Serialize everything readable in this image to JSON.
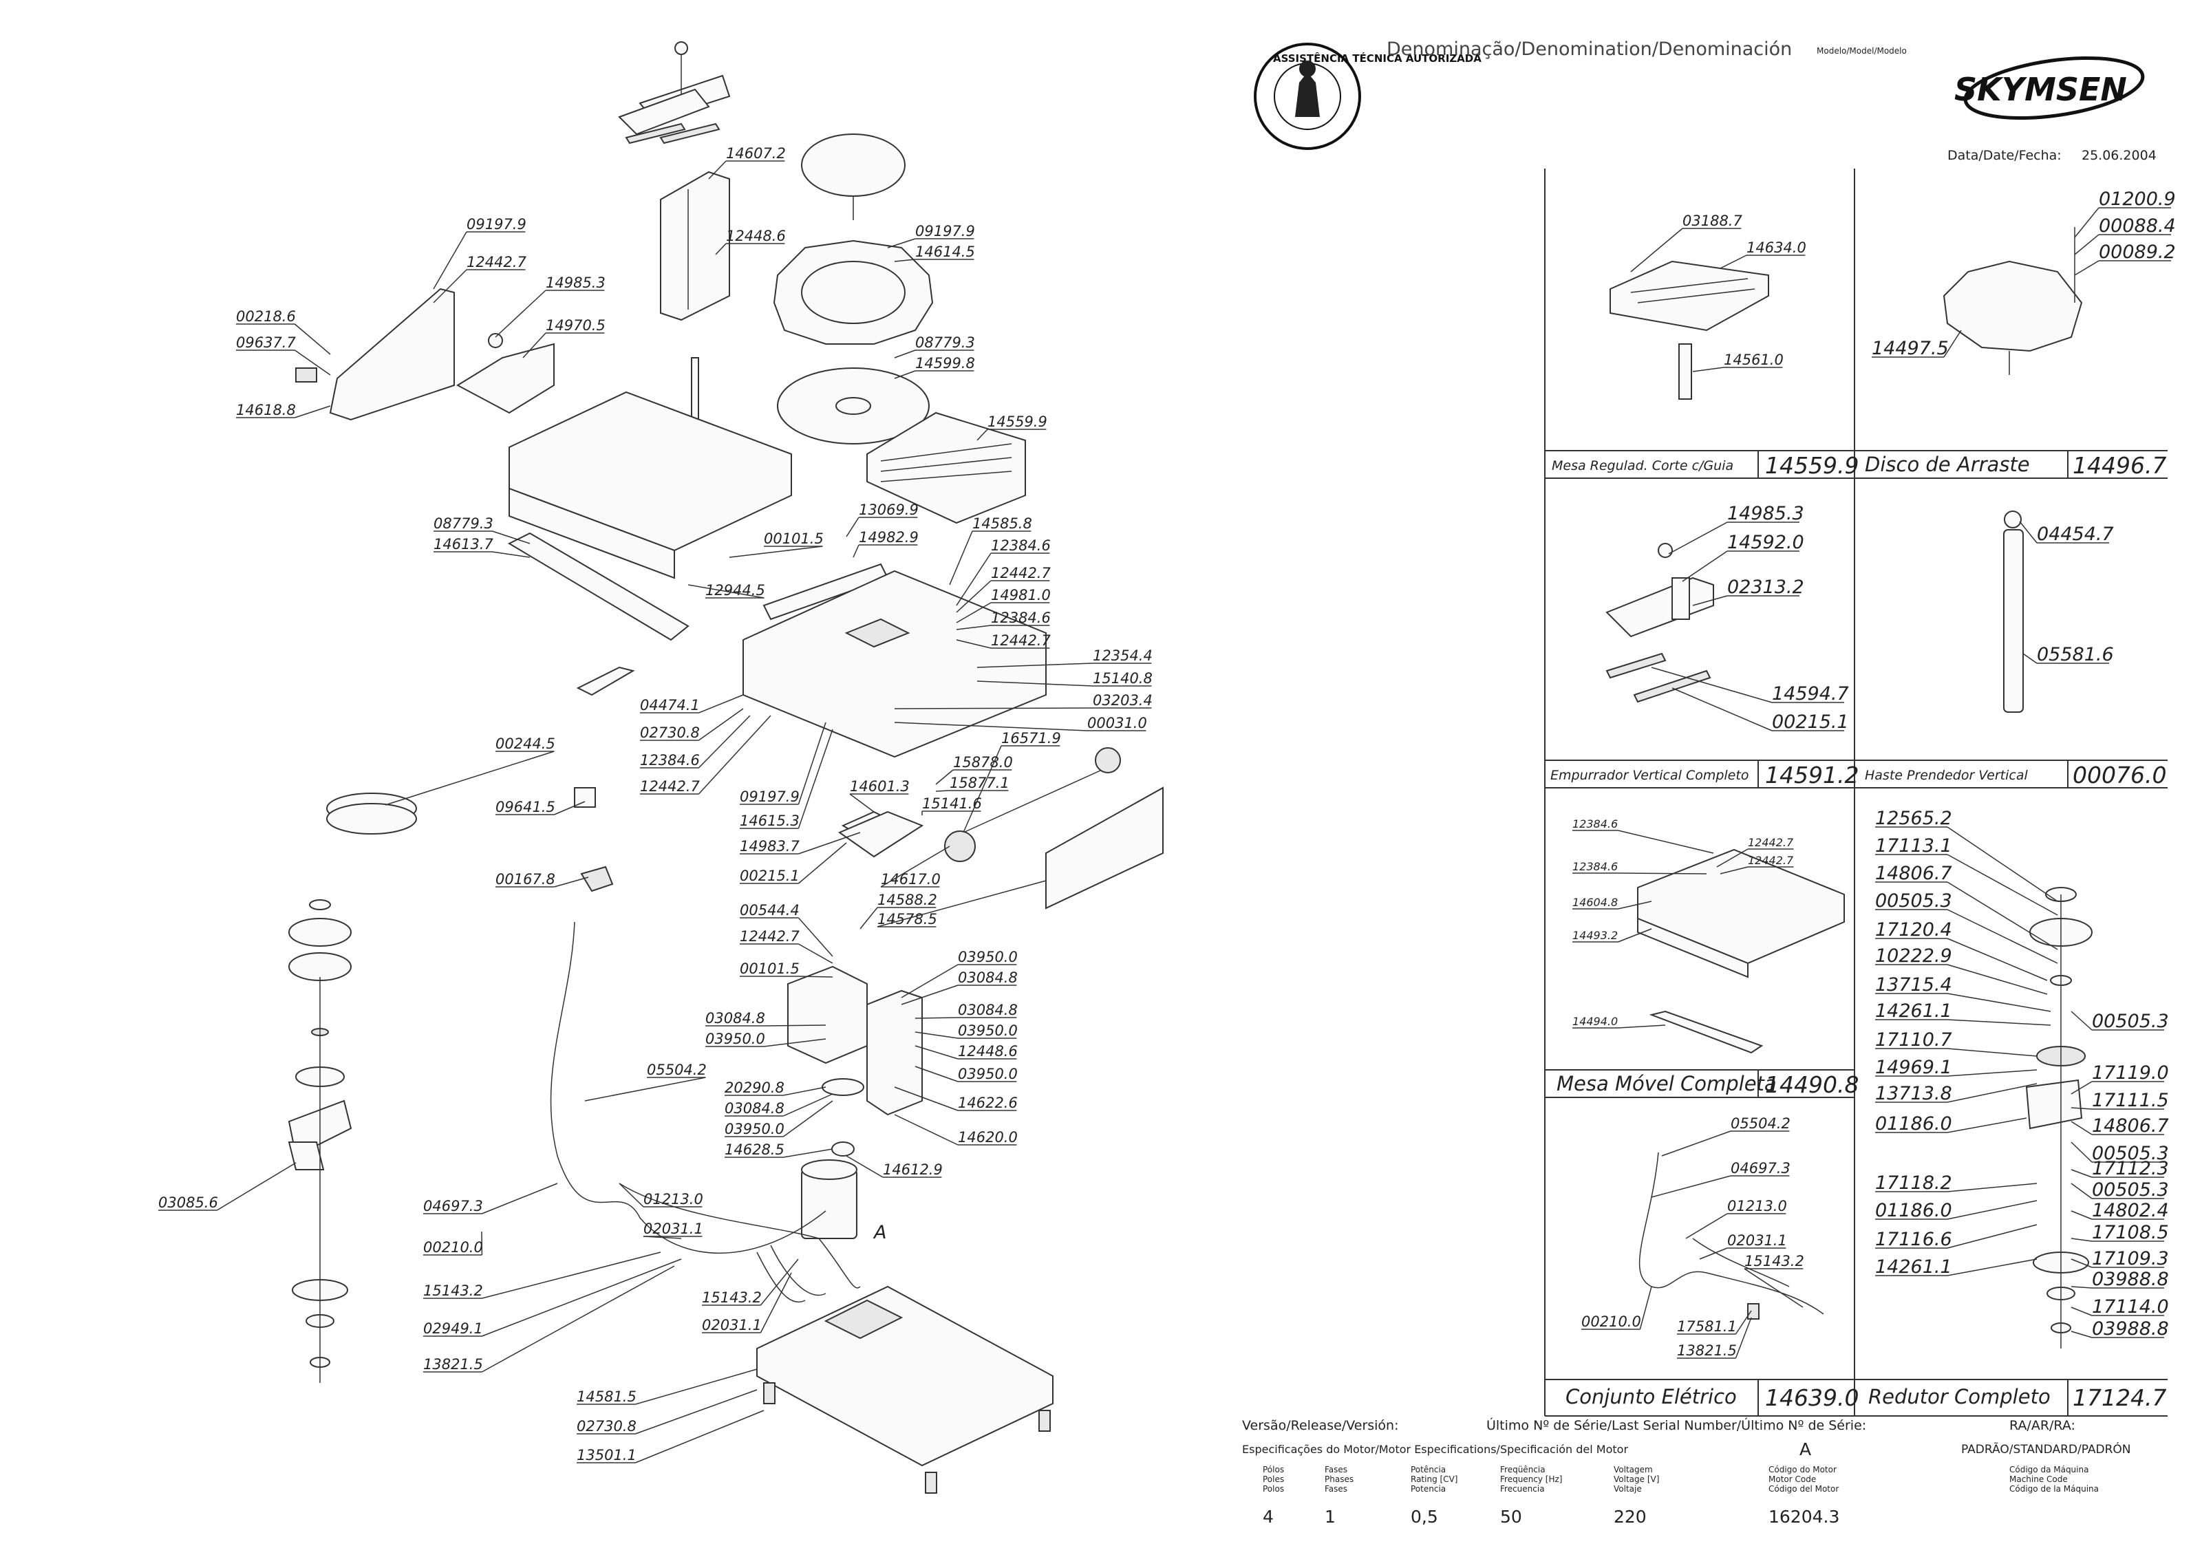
{
  "header": {
    "title": "Denominação/Denomination/Denominación",
    "model_label": "Modelo/Model/Modelo",
    "brand": "SKYMSEN",
    "stamp_text": "ASSISTÊNCIA TÉCNICA AUTORIZADA",
    "date_label": "Data/Date/Fecha:",
    "date_value": "25.06.2004"
  },
  "main_callouts": [
    "14607.2",
    "12448.6",
    "09197.9",
    "12442.7",
    "14985.3",
    "14970.5",
    "00218.6",
    "09637.7",
    "14618.8",
    "09197.9",
    "14614.5",
    "08779.3",
    "14599.8",
    "14559.9",
    "08779.3",
    "14613.7",
    "13069.9",
    "14982.9",
    "00101.5",
    "12944.5",
    "14585.8",
    "12384.6",
    "12442.7",
    "14981.0",
    "12384.6",
    "12442.7",
    "12354.4",
    "15140.8",
    "03203.4",
    "00031.0",
    "04474.1",
    "02730.8",
    "12384.6",
    "12442.7",
    "09197.9",
    "14615.3",
    "14601.3",
    "16571.9",
    "15878.0",
    "15877.1",
    "15141.6",
    "00244.5",
    "09641.5",
    "00167.8",
    "14983.7",
    "00215.1",
    "14617.0",
    "14588.2",
    "14578.5",
    "00544.4",
    "12442.7",
    "00101.5",
    "03950.0",
    "03084.8",
    "03084.8",
    "03950.0",
    "03084.8",
    "03950.0",
    "12448.6",
    "03950.0",
    "05504.2",
    "20290.8",
    "03084.8",
    "03950.0",
    "14628.5",
    "14622.6",
    "14620.0",
    "14612.9",
    "03085.6",
    "04697.3",
    "01213.0",
    "00210.0",
    "02031.1",
    "15143.2",
    "15143.2",
    "02949.1",
    "02031.1",
    "13821.5",
    "14581.5",
    "02730.8",
    "13501.1"
  ],
  "big_letter": "A",
  "panels": {
    "mesa_regulada": {
      "callouts": [
        "03188.7",
        "14634.0",
        "14561.0"
      ],
      "name": "Mesa Regulad. Corte c/Guia",
      "code": "14559.9"
    },
    "disco_arraste": {
      "callouts": [
        "01200.9",
        "00088.4",
        "00089.2",
        "14497.5"
      ],
      "name": "Disco de Arraste",
      "code": "14496.7"
    },
    "empurrador": {
      "callouts": [
        "14985.3",
        "14592.0",
        "02313.2",
        "14594.7",
        "00215.1"
      ],
      "name": "Empurrador Vertical Completo",
      "code": "14591.2"
    },
    "haste": {
      "callouts": [
        "04454.7",
        "05581.6"
      ],
      "name": "Haste Prendedor Vertical",
      "code": "00076.0"
    },
    "mesa_movel": {
      "callouts": [
        "12384.6",
        "12442.7",
        "12384.6",
        "12442.7",
        "14604.8",
        "14493.2",
        "14494.0"
      ],
      "name": "Mesa Móvel Completa",
      "code": "14490.8"
    },
    "conjunto_eletrico": {
      "callouts": [
        "05504.2",
        "04697.3",
        "01213.0",
        "02031.1",
        "15143.2",
        "00210.0",
        "17581.1",
        "13821.5"
      ],
      "name": "Conjunto Elétrico",
      "code": "14639.0"
    },
    "redutor": {
      "callouts": [
        "12565.2",
        "17113.1",
        "14806.7",
        "00505.3",
        "17120.4",
        "10222.9",
        "13715.4",
        "14261.1",
        "17110.7",
        "14969.1",
        "13713.8",
        "01186.0",
        "17118.2",
        "01186.0",
        "17116.6",
        "14261.1",
        "00505.3",
        "17119.0",
        "17111.5",
        "14806.7",
        "00505.3",
        "17112.3",
        "00505.3",
        "14802.4",
        "17108.5",
        "17109.3",
        "03988.8",
        "17114.0",
        "03988.8"
      ],
      "name": "Redutor Completo",
      "code": "17124.7"
    }
  },
  "footer": {
    "version_label": "Versão/Release/Versión:",
    "serial_label": "Último Nº de Série/Last Serial Number/Último Nº de Série:",
    "ra_label": "RA/AR/RA:",
    "motor_label": "Especificações do Motor/Motor Especifications/Specificación del Motor",
    "version_value": "A",
    "standard": "PADRÃO/STANDARD/PADRÓN",
    "columns": [
      {
        "h1": "Pólos",
        "h2": "Poles",
        "h3": "Polos",
        "value": "4"
      },
      {
        "h1": "Fases",
        "h2": "Phases",
        "h3": "Fases",
        "value": "1"
      },
      {
        "h1": "Potência",
        "h2": "Rating [CV]",
        "h3": "Potencia",
        "value": "0,5"
      },
      {
        "h1": "Freqüência",
        "h2": "Frequency [Hz]",
        "h3": "Frecuencia",
        "value": "50"
      },
      {
        "h1": "Voltagem",
        "h2": "Voltage [V]",
        "h3": "Voltaje",
        "value": "220"
      },
      {
        "h1": "Código do Motor",
        "h2": "Motor Code",
        "h3": "Código del Motor",
        "value": "16204.3"
      },
      {
        "h1": "Código da Máquina",
        "h2": "Machine Code",
        "h3": "Código de la Máquina",
        "value": ""
      }
    ]
  }
}
